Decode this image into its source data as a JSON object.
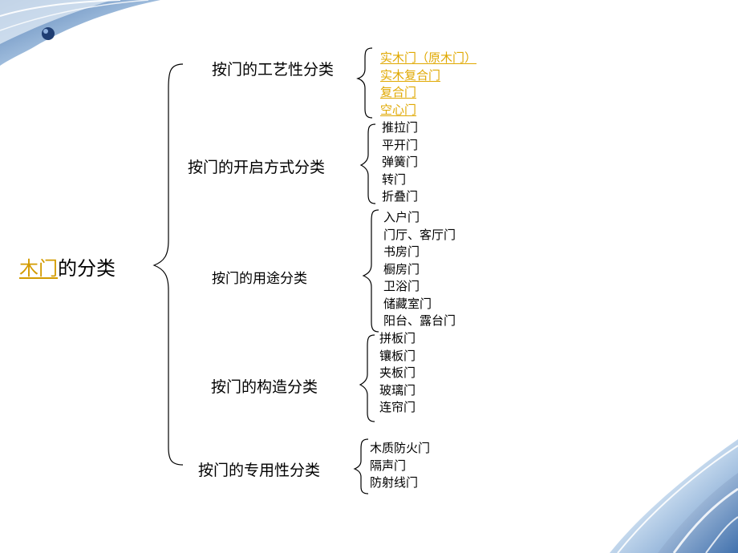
{
  "slide": {
    "title_link": "木门",
    "title_rest": "的分类",
    "categories": [
      {
        "label": "按门的工艺性分类",
        "items": [
          "实木门（原木门）",
          "实木复合门",
          "复合门",
          "空心门"
        ]
      },
      {
        "label": "按门的开启方式分类",
        "items": [
          "推拉门",
          "平开门",
          "弹簧门",
          "转门",
          "折叠门"
        ]
      },
      {
        "label": "按门的用途分类",
        "items": [
          "入户门",
          "门厅、客厅门",
          "书房门",
          "橱房门",
          "卫浴门",
          "储藏室门",
          "阳台、露台门"
        ]
      },
      {
        "label": "按门的构造分类",
        "items": [
          "拼板门",
          "镶板门",
          "夹板门",
          "玻璃门",
          "连帘门"
        ]
      },
      {
        "label": "按门的专用性分类",
        "items": [
          "木质防火门",
          "隔声门",
          "防射线门"
        ]
      }
    ]
  },
  "colors": {
    "link": "#e0a800",
    "decoration_blue": "#5b8fc9"
  }
}
